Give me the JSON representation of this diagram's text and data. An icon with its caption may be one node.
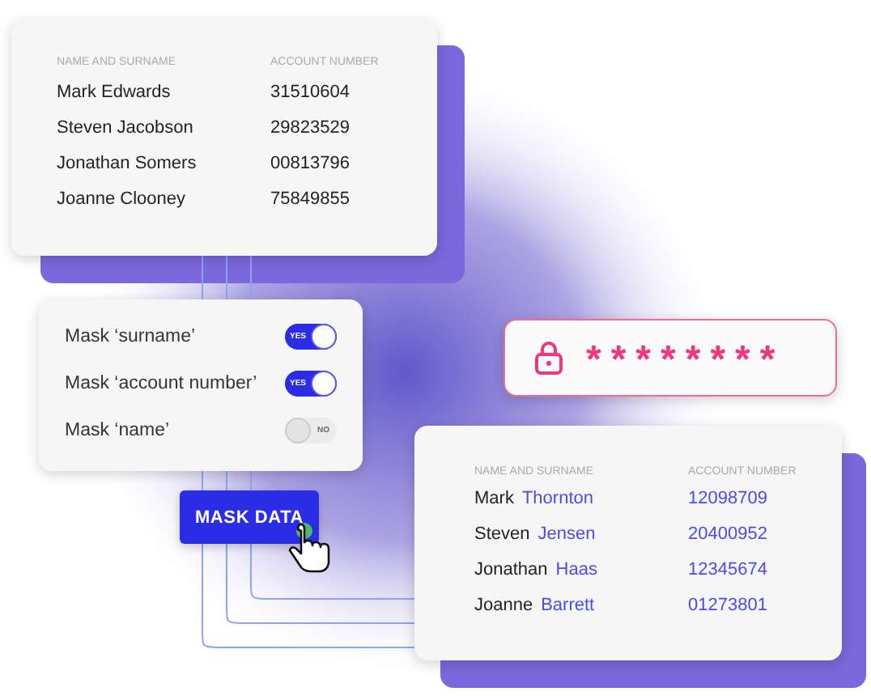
{
  "diagram": {
    "nodes": [
      {
        "text": [
          "NAME AND SURNAME",
          "ACCOUNT NUMBER",
          "Mark Edwards",
          "31510604",
          "Steven Jacobson",
          "29823529",
          "Jonathan Somers",
          "00813796",
          "Joanne Clooney",
          "75849855"
        ]
      },
      {
        "text": [
          "Mask ‘surname’",
          "YES",
          "Mask ‘account number’",
          "YES",
          "Mask ‘name’",
          "NO"
        ]
      },
      {
        "text": [
          "MASK DATA"
        ]
      },
      {
        "text": [
          "********"
        ]
      },
      {
        "text": [
          "NAME AND SURNAME",
          "ACCOUNT NUMBER",
          "Mark",
          "Thornton",
          "12098709",
          "Steven",
          "Jensen",
          "20400952",
          "Jonathan",
          "Haas",
          "12345674",
          "Joanne",
          "Barrett",
          "01273801"
        ]
      }
    ],
    "edges": [
      {
        "from": 0,
        "to": 1,
        "arrow": "none"
      },
      {
        "from": 0,
        "to": 1,
        "arrow": "none"
      },
      {
        "from": 0,
        "to": 1,
        "arrow": "none"
      },
      {
        "from": 1,
        "to": 2,
        "arrow": "none"
      },
      {
        "from": 1,
        "to": 2,
        "arrow": "none"
      },
      {
        "from": 1,
        "to": 2,
        "arrow": "none"
      },
      {
        "from": 2,
        "to": 4,
        "arrow": "none"
      },
      {
        "from": 2,
        "to": 4,
        "arrow": "none"
      },
      {
        "from": 2,
        "to": 4,
        "arrow": "none"
      }
    ]
  }
}
